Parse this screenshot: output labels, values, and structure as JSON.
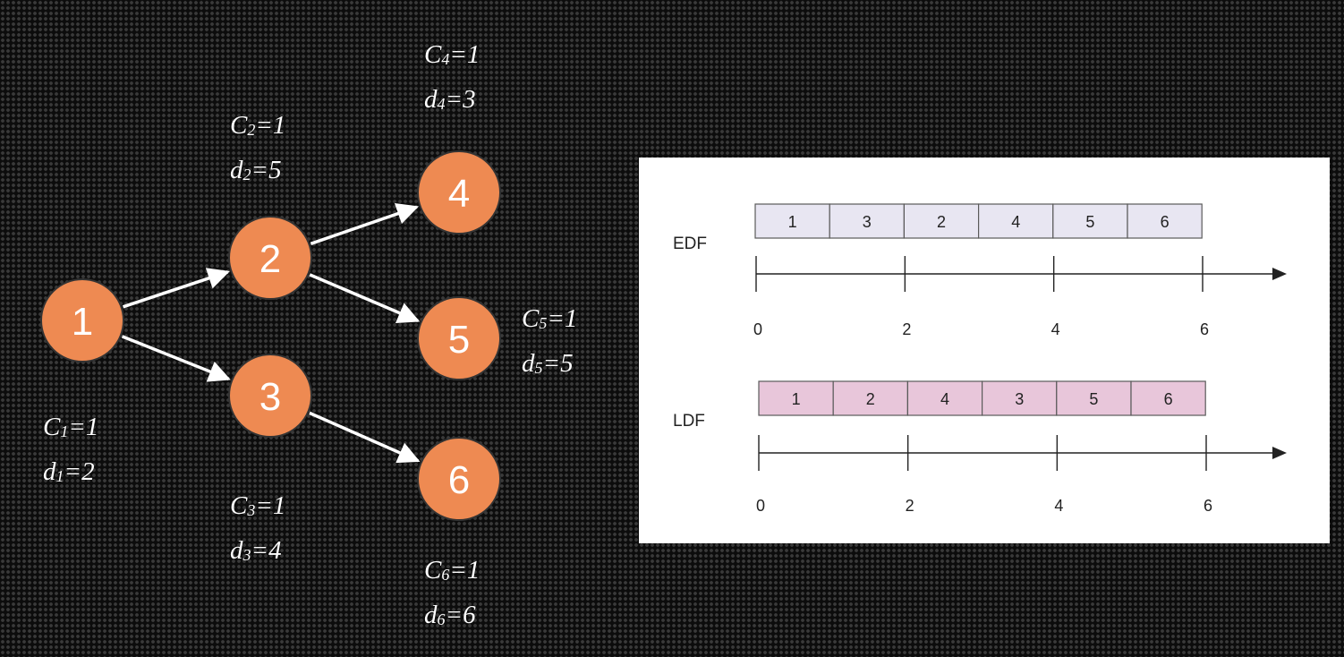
{
  "graph": {
    "node_fill": "#ee8a52",
    "node_stroke": "#333333",
    "edge_color": "#ffffff",
    "nodes": [
      {
        "id": "1",
        "C_sub": "1",
        "C_val": "1",
        "d_sub": "1",
        "d_val": "2"
      },
      {
        "id": "2",
        "C_sub": "2",
        "C_val": "1",
        "d_sub": "2",
        "d_val": "5"
      },
      {
        "id": "3",
        "C_sub": "3",
        "C_val": "1",
        "d_sub": "3",
        "d_val": "4"
      },
      {
        "id": "4",
        "C_sub": "4",
        "C_val": "1",
        "d_sub": "4",
        "d_val": "3"
      },
      {
        "id": "5",
        "C_sub": "5",
        "C_val": "1",
        "d_sub": "5",
        "d_val": "5"
      },
      {
        "id": "6",
        "C_sub": "6",
        "C_val": "1",
        "d_sub": "6",
        "d_val": "6"
      }
    ],
    "edges": [
      {
        "from": "1",
        "to": "2"
      },
      {
        "from": "1",
        "to": "3"
      },
      {
        "from": "2",
        "to": "4"
      },
      {
        "from": "2",
        "to": "5"
      },
      {
        "from": "3",
        "to": "6"
      }
    ]
  },
  "schedules": [
    {
      "name": "EDF",
      "order": [
        "1",
        "3",
        "2",
        "4",
        "5",
        "6"
      ],
      "fill": "#e8e6f2"
    },
    {
      "name": "LDF",
      "order": [
        "1",
        "2",
        "4",
        "3",
        "5",
        "6"
      ],
      "fill": "#e8c6da"
    }
  ],
  "axis": {
    "ticks": [
      "0",
      "2",
      "4",
      "6"
    ],
    "range": [
      0,
      6
    ]
  }
}
